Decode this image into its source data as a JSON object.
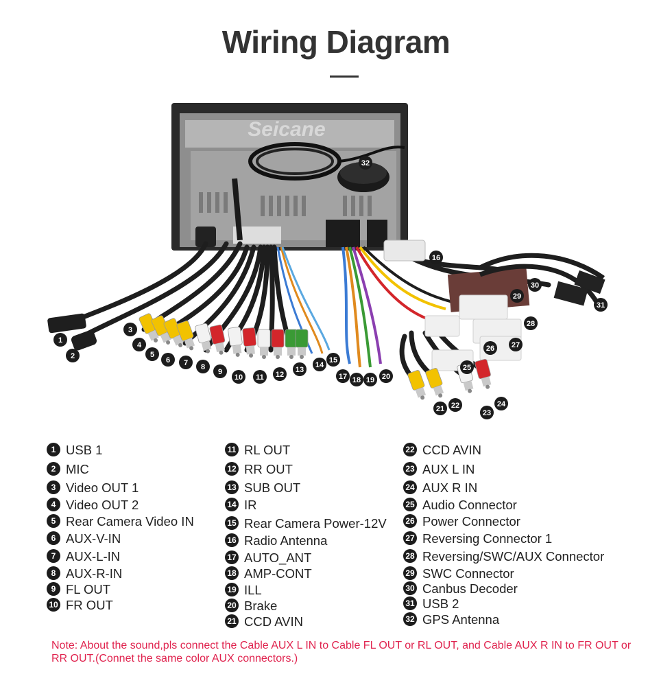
{
  "title": "Wiring Diagram",
  "brand_watermark": "Seicane",
  "legend": [
    {
      "num": "1",
      "label": "USB 1"
    },
    {
      "num": "2",
      "label": "MIC"
    },
    {
      "num": "3",
      "label": "Video OUT 1"
    },
    {
      "num": "4",
      "label": "Video OUT 2"
    },
    {
      "num": "5",
      "label": "Rear Camera Video IN"
    },
    {
      "num": "6",
      "label": "AUX-V-IN"
    },
    {
      "num": "7",
      "label": "AUX-L-IN"
    },
    {
      "num": "8",
      "label": "AUX-R-IN"
    },
    {
      "num": "9",
      "label": "FL OUT"
    },
    {
      "num": "10",
      "label": "FR OUT"
    },
    {
      "num": "11",
      "label": "RL OUT"
    },
    {
      "num": "12",
      "label": "RR OUT"
    },
    {
      "num": "13",
      "label": "SUB OUT"
    },
    {
      "num": "14",
      "label": "IR"
    },
    {
      "num": "15",
      "label": "Rear Camera Power-12V"
    },
    {
      "num": "16",
      "label": "Radio Antenna"
    },
    {
      "num": "17",
      "label": "AUTO_ANT"
    },
    {
      "num": "18",
      "label": "AMP-CONT"
    },
    {
      "num": "19",
      "label": "ILL"
    },
    {
      "num": "20",
      "label": "Brake"
    },
    {
      "num": "21",
      "label": "CCD AVIN"
    },
    {
      "num": "22",
      "label": "CCD AVIN"
    },
    {
      "num": "23",
      "label": "AUX L IN"
    },
    {
      "num": "24",
      "label": "AUX R IN"
    },
    {
      "num": "25",
      "label": "Audio Connector"
    },
    {
      "num": "26",
      "label": "Power Connector"
    },
    {
      "num": "27",
      "label": "Reversing Connector 1"
    },
    {
      "num": "28",
      "label": "Reversing/SWC/AUX Connector"
    },
    {
      "num": "29",
      "label": "SWC Connector"
    },
    {
      "num": "30",
      "label": "Canbus Decoder"
    },
    {
      "num": "31",
      "label": "USB 2"
    },
    {
      "num": "32",
      "label": "GPS Antenna"
    }
  ],
  "note": "Note: About the sound,pls connect the Cable AUX L IN to Cable FL OUT or RL OUT, and Cable AUX R IN to FR OUT or RR OUT.(Connet the same color AUX connectors.)",
  "colors": {
    "badge": "#1c1c1c",
    "note": "#e0244f",
    "rca_yellow": "#f2c200",
    "rca_white": "#f2f2f2",
    "rca_red": "#d3262b",
    "rca_green": "#3a9a35",
    "cable": "#1e1e1e"
  }
}
